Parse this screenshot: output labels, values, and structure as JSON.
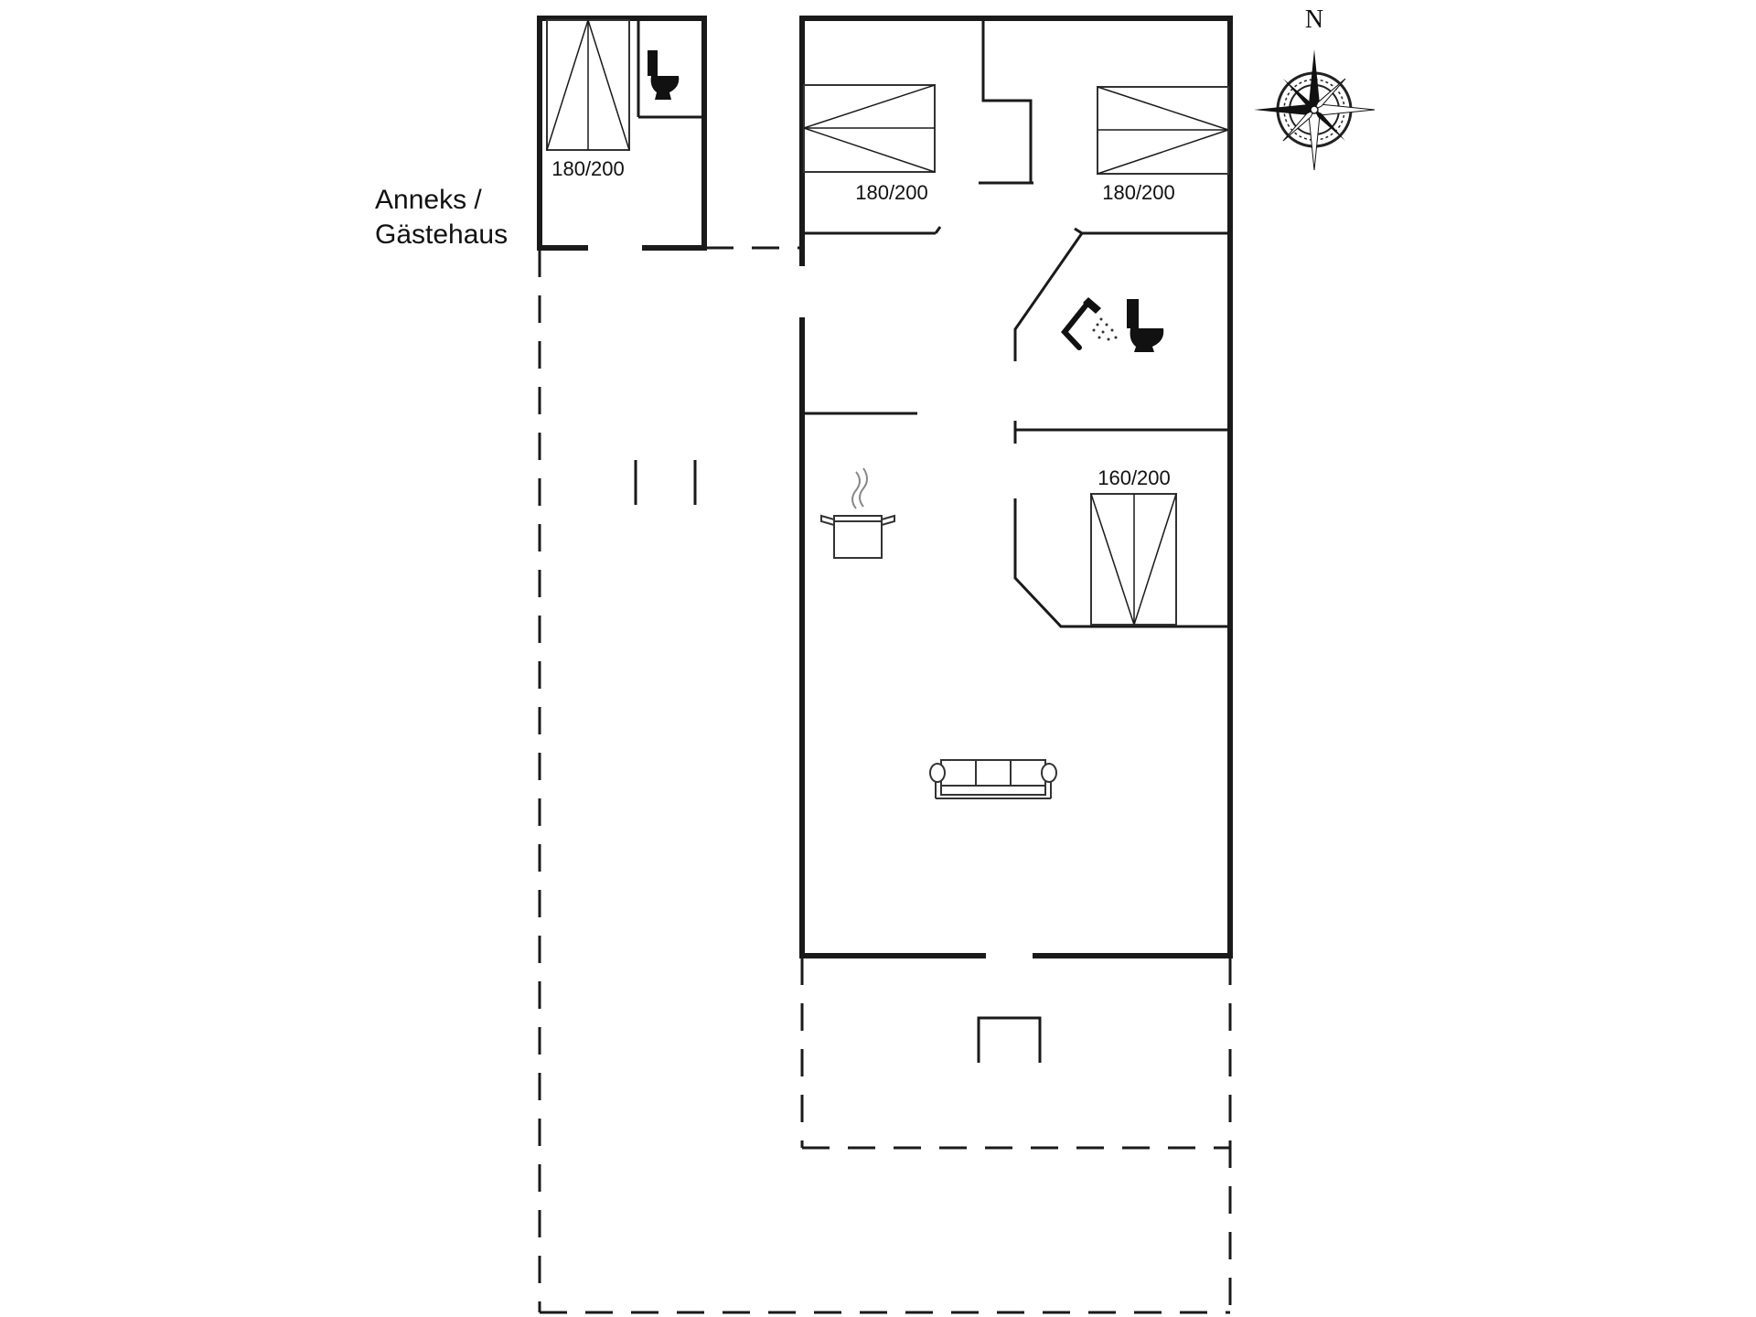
{
  "labels": {
    "annex_line1": "Anneks /",
    "annex_line2": "Gästehaus",
    "north": "N"
  },
  "beds": {
    "annex_bed": "180/200",
    "bedroom_1": "180/200",
    "bedroom_2": "180/200",
    "bedroom_3": "160/200"
  },
  "icons": [
    "toilet-icon",
    "shower-icon",
    "cooking-pot-icon",
    "sofa-icon",
    "compass-rose-icon"
  ]
}
